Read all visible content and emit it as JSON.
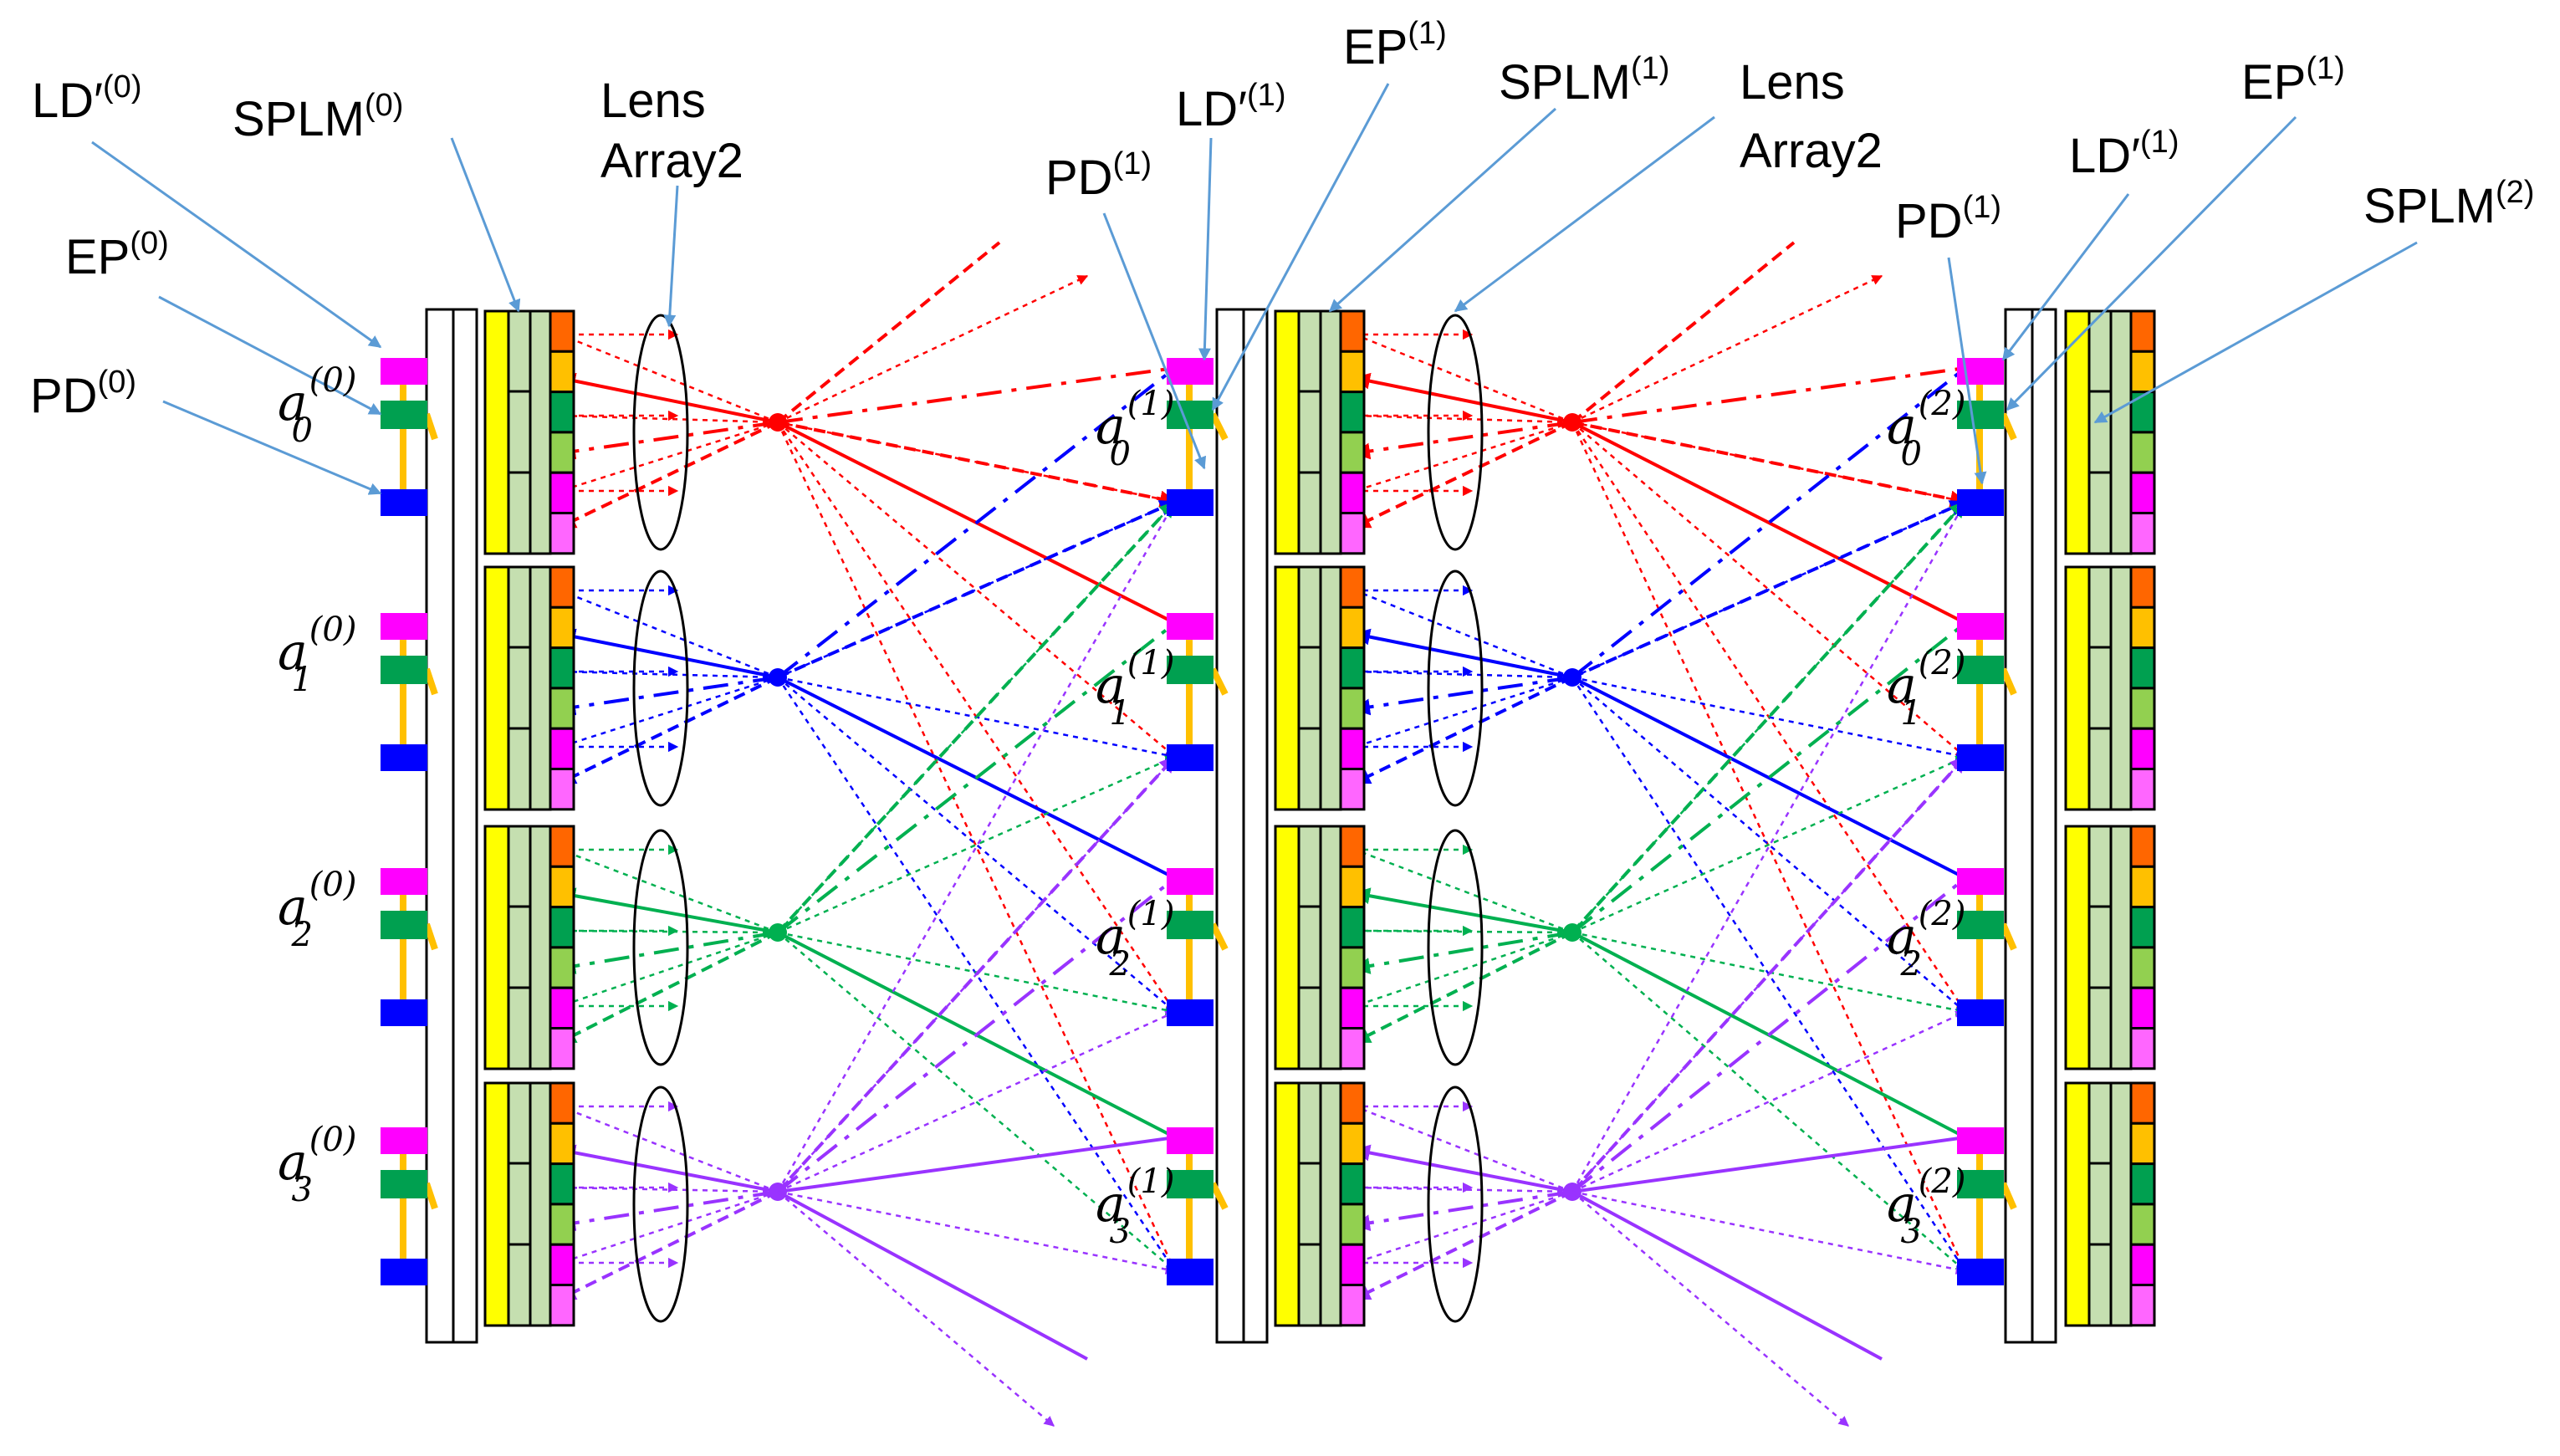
{
  "labels": {
    "ld_prime_0": {
      "base": "LD′",
      "sup": "(0)"
    },
    "splm_0": {
      "base": "SPLM",
      "sup": "(0)"
    },
    "lens_array_left": {
      "line1": "Lens",
      "line2": "Array2"
    },
    "ep_0": {
      "base": "EP",
      "sup": "(0)"
    },
    "pd_0": {
      "base": "PD",
      "sup": "(0)"
    },
    "ld_prime_1_mid": {
      "base": "LD′",
      "sup": "(1)"
    },
    "pd_1_mid": {
      "base": "PD",
      "sup": "(1)"
    },
    "ep_1_mid": {
      "base": "EP",
      "sup": "(1)"
    },
    "splm_1": {
      "base": "SPLM",
      "sup": "(1)"
    },
    "lens_array_right": {
      "line1": "Lens",
      "line2": "Array2"
    },
    "ep_1_right": {
      "base": "EP",
      "sup": "(1)"
    },
    "ld_prime_1_right": {
      "base": "LD′",
      "sup": "(1)"
    },
    "pd_1_right": {
      "base": "PD",
      "sup": "(1)"
    },
    "splm_2": {
      "base": "SPLM",
      "sup": "(2)"
    }
  },
  "node_labels": {
    "layer0": [
      {
        "sym": "a",
        "sub": "0",
        "sup": "(0)"
      },
      {
        "sym": "a",
        "sub": "1",
        "sup": "(0)"
      },
      {
        "sym": "a",
        "sub": "2",
        "sup": "(0)"
      },
      {
        "sym": "a",
        "sub": "3",
        "sup": "(0)"
      }
    ],
    "layer1": [
      {
        "sym": "a",
        "sub": "0",
        "sup": "(1)"
      },
      {
        "sym": "a",
        "sub": "1",
        "sup": "(1)"
      },
      {
        "sym": "a",
        "sub": "2",
        "sup": "(1)"
      },
      {
        "sym": "a",
        "sub": "3",
        "sup": "(1)"
      }
    ],
    "layer2": [
      {
        "sym": "a",
        "sub": "0",
        "sup": "(2)"
      },
      {
        "sym": "a",
        "sub": "1",
        "sup": "(2)"
      },
      {
        "sym": "a",
        "sub": "2",
        "sup": "(2)"
      },
      {
        "sym": "a",
        "sub": "3",
        "sup": "(2)"
      }
    ]
  },
  "colors": {
    "red": "#ff0000",
    "blue": "#0000ff",
    "green": "#00b050",
    "purple": "#9933ff",
    "magenta": "#ff00ff",
    "ep_green": "#00a050",
    "pd_blue": "#0000ff",
    "orange": "#ff6600",
    "amber": "#ffc000",
    "yellow": "#ffff00",
    "sage": "#c5dfb0",
    "dark_green": "#00a050",
    "light_green": "#92d050",
    "pink": "#ff66ff",
    "gold": "#ffc000",
    "callout": "#5b9bd5"
  }
}
